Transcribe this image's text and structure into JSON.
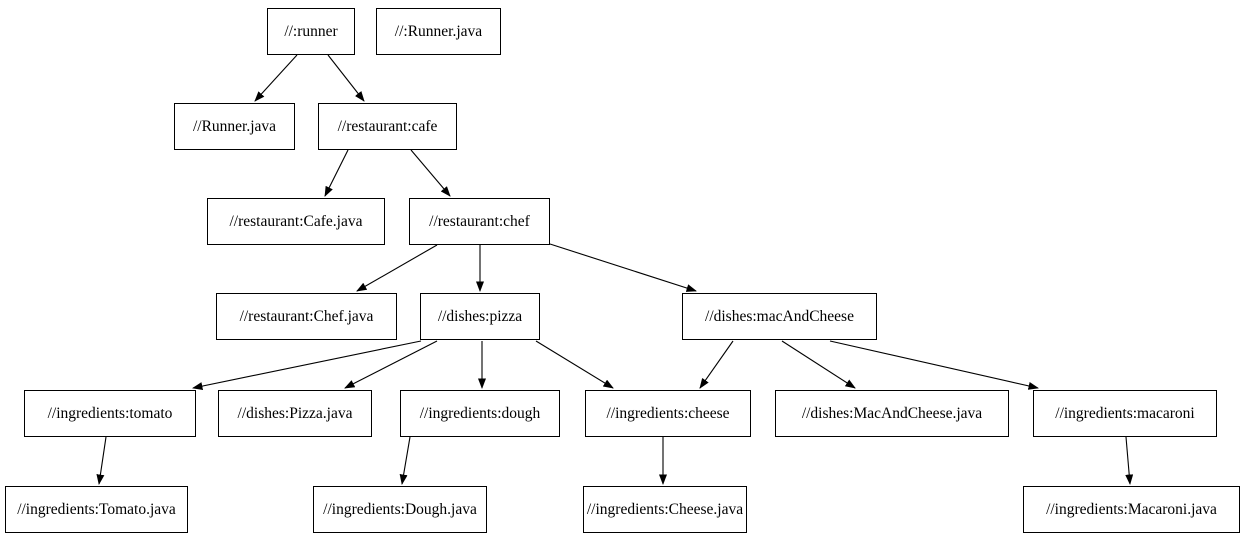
{
  "diagram": {
    "type": "dependency-graph",
    "colors": {
      "background": "#ffffff",
      "node_fill": "#ffffff",
      "node_border": "#000000",
      "edge": "#000000",
      "text": "#000000"
    },
    "nodes": [
      {
        "id": "runner",
        "label": "//:runner"
      },
      {
        "id": "runner-java-lib",
        "label": "//:Runner.java"
      },
      {
        "id": "runner-java",
        "label": "//Runner.java"
      },
      {
        "id": "cafe",
        "label": "//restaurant:cafe"
      },
      {
        "id": "cafe-java",
        "label": "//restaurant:Cafe.java"
      },
      {
        "id": "chef",
        "label": "//restaurant:chef"
      },
      {
        "id": "chef-java",
        "label": "//restaurant:Chef.java"
      },
      {
        "id": "pizza",
        "label": "//dishes:pizza"
      },
      {
        "id": "macandcheese",
        "label": "//dishes:macAndCheese"
      },
      {
        "id": "tomato",
        "label": "//ingredients:tomato"
      },
      {
        "id": "pizza-java",
        "label": "//dishes:Pizza.java"
      },
      {
        "id": "dough",
        "label": "//ingredients:dough"
      },
      {
        "id": "cheese",
        "label": "//ingredients:cheese"
      },
      {
        "id": "macandcheese-java",
        "label": "//dishes:MacAndCheese.java"
      },
      {
        "id": "macaroni",
        "label": "//ingredients:macaroni"
      },
      {
        "id": "tomato-java",
        "label": "//ingredients:Tomato.java"
      },
      {
        "id": "dough-java",
        "label": "//ingredients:Dough.java"
      },
      {
        "id": "cheese-java",
        "label": "//ingredients:Cheese.java"
      },
      {
        "id": "macaroni-java",
        "label": "//ingredients:Macaroni.java"
      }
    ],
    "edges": [
      {
        "from": "runner",
        "to": "runner-java"
      },
      {
        "from": "runner",
        "to": "cafe"
      },
      {
        "from": "cafe",
        "to": "cafe-java"
      },
      {
        "from": "cafe",
        "to": "chef"
      },
      {
        "from": "chef",
        "to": "chef-java"
      },
      {
        "from": "chef",
        "to": "pizza"
      },
      {
        "from": "chef",
        "to": "macandcheese"
      },
      {
        "from": "pizza",
        "to": "tomato"
      },
      {
        "from": "pizza",
        "to": "pizza-java"
      },
      {
        "from": "pizza",
        "to": "dough"
      },
      {
        "from": "pizza",
        "to": "cheese"
      },
      {
        "from": "macandcheese",
        "to": "cheese"
      },
      {
        "from": "macandcheese",
        "to": "macandcheese-java"
      },
      {
        "from": "macandcheese",
        "to": "macaroni"
      },
      {
        "from": "tomato",
        "to": "tomato-java"
      },
      {
        "from": "dough",
        "to": "dough-java"
      },
      {
        "from": "cheese",
        "to": "cheese-java"
      },
      {
        "from": "macaroni",
        "to": "macaroni-java"
      }
    ]
  }
}
